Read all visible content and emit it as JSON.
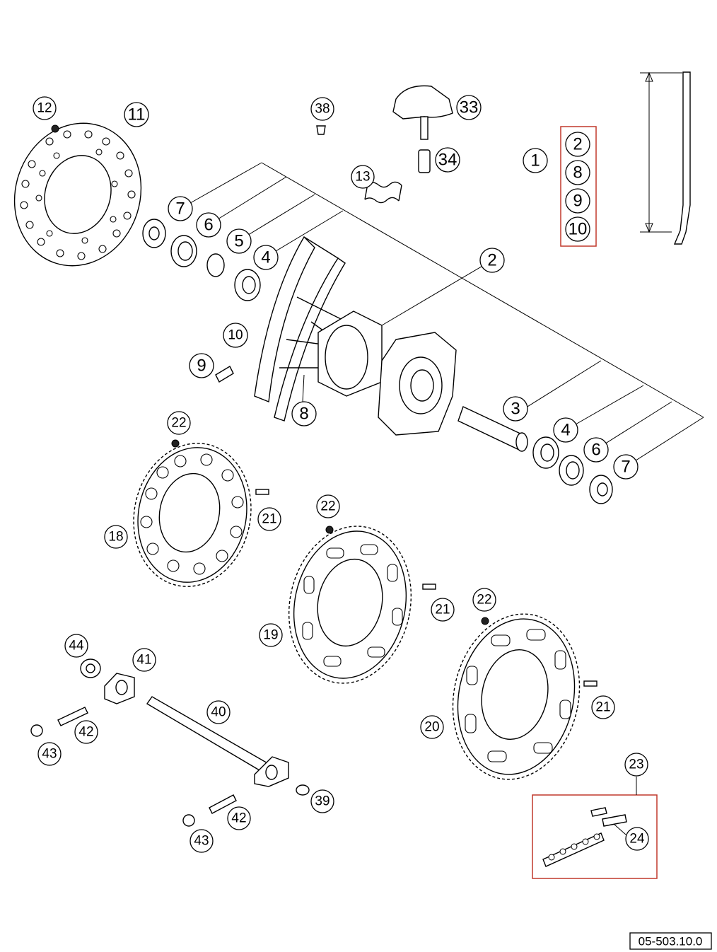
{
  "diagram_ref": "05-503.10.0",
  "callouts": {
    "c12": "12",
    "c11": "11",
    "c38": "38",
    "c33": "33",
    "c34": "34",
    "c13": "13",
    "c1": "1",
    "k2": "2",
    "k8": "8",
    "k9": "9",
    "k10": "10",
    "c7a": "7",
    "c6a": "6",
    "c5": "5",
    "c4a": "4",
    "c2": "2",
    "c10": "10",
    "c9": "9",
    "c8": "8",
    "c3": "3",
    "c4b": "4",
    "c6b": "6",
    "c7b": "7",
    "c22a": "22",
    "c21a": "21",
    "c18": "18",
    "c22b": "22",
    "c21b": "21",
    "c19": "19",
    "c22c": "22",
    "c21c": "21",
    "c20": "20",
    "c44": "44",
    "c41": "41",
    "c42a": "42",
    "c43a": "43",
    "c40": "40",
    "c39": "39",
    "c42b": "42",
    "c43b": "43",
    "c23": "23",
    "c24": "24"
  }
}
